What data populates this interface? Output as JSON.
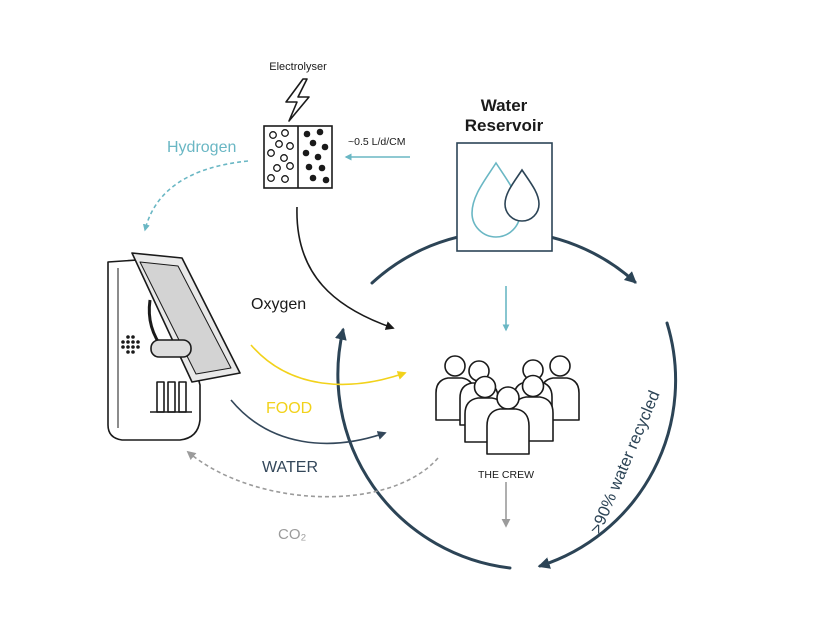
{
  "labels": {
    "electrolyser": "Electrolyser",
    "water_reservoir_line1": "Water",
    "water_reservoir_line2": "Reservoir",
    "hydrogen": "Hydrogen",
    "flow_rate": "~0.5 L/d/CM",
    "oxygen": "Oxygen",
    "food": "FOOD",
    "water": "WATER",
    "co2": "CO₂",
    "the_crew": "THE CREW",
    "recycled": ">90% water recycled"
  },
  "colors": {
    "hydrogen": "#6ab7c4",
    "food": "#f2d21b",
    "water": "#33475a",
    "co2": "#9b9b9b",
    "oxygen": "#1a1a1a",
    "cycle": "#2c4456",
    "reservoir_drop": "#6ab7c4",
    "reservoir_drop_dark": "#2c4456"
  },
  "icons": {
    "electrolyser": "lightning-bolt-icon",
    "reservoir": "water-drops-icon",
    "crew": "people-group-icon",
    "bioreactor": "bioreactor-cabinet-icon"
  }
}
